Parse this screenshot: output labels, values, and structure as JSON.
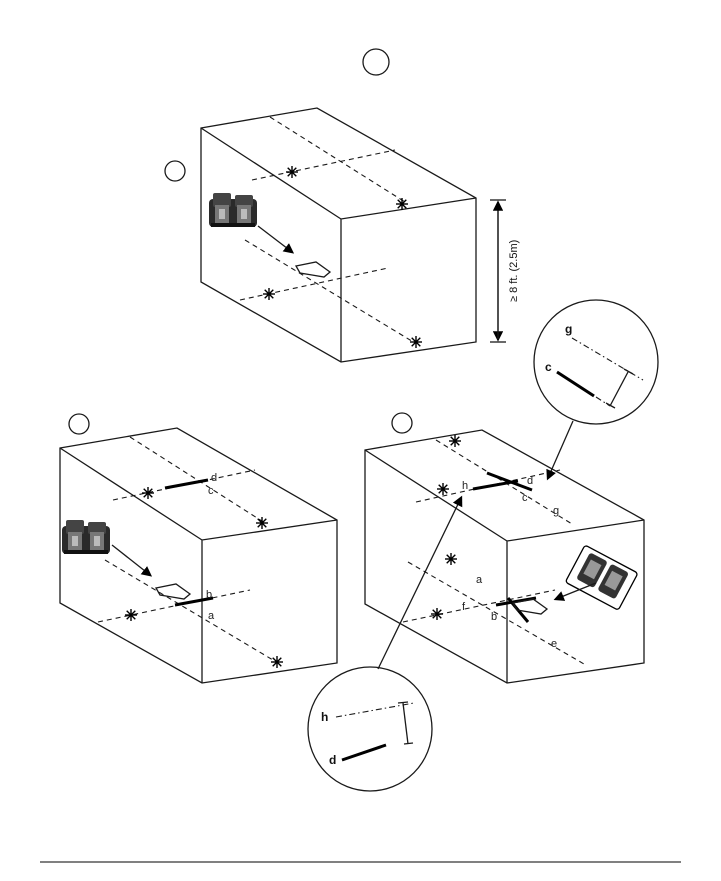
{
  "measurement_label": "≥ 8 ft. (2.5m)",
  "panel2_labels": {
    "c": "c",
    "d": "d",
    "a": "a",
    "b": "b"
  },
  "panel3_labels": {
    "a": "a",
    "b": "b",
    "c": "c",
    "d": "d",
    "e": "e",
    "f": "f",
    "g": "g",
    "h": "h"
  },
  "zoom_top_labels": {
    "g": "g",
    "c": "c"
  },
  "zoom_bottom_labels": {
    "h": "h",
    "d": "d"
  }
}
